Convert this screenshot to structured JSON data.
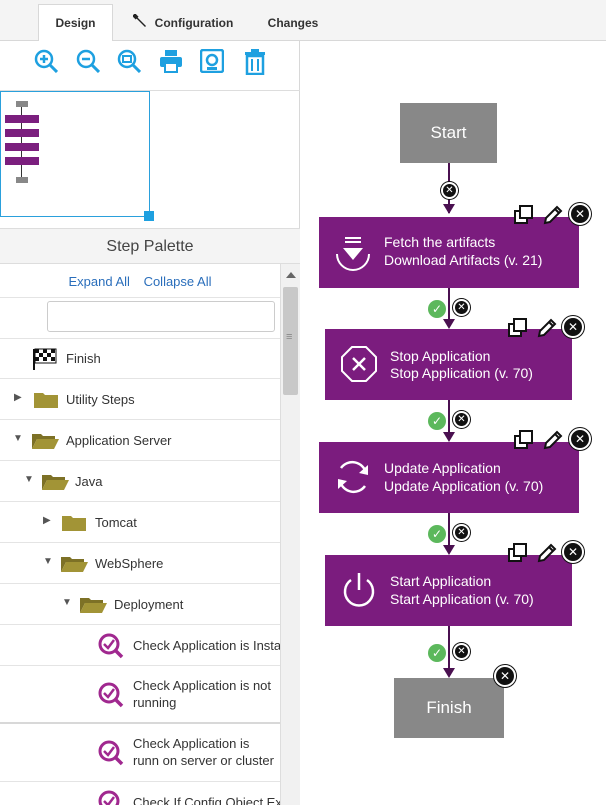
{
  "tabs": [
    {
      "label": "Design"
    },
    {
      "label": "Configuration"
    },
    {
      "label": "Changes"
    }
  ],
  "toolbar": {
    "icons": [
      "zoom-in-icon",
      "zoom-out-icon",
      "zoom-fit-icon",
      "print-icon",
      "save-image-icon",
      "delete-icon"
    ],
    "accent": "#1ea0e0"
  },
  "palette": {
    "title": "Step Palette",
    "expand_all": "Expand All",
    "collapse_all": "Collapse All",
    "filter_placeholder": "",
    "items": [
      {
        "label": "Finish"
      },
      {
        "label": "Utility Steps"
      },
      {
        "label": "Application Server"
      },
      {
        "label": "Java"
      },
      {
        "label": "Tomcat"
      },
      {
        "label": "WebSphere"
      },
      {
        "label": "Deployment"
      },
      {
        "label": "Check Application is Insta"
      },
      {
        "label": "Check Application is not running"
      },
      {
        "label": "Check Application is runn on server or cluster"
      },
      {
        "label": "Check If Config Object Ex"
      }
    ]
  },
  "process": {
    "start_label": "Start",
    "finish_label": "Finish",
    "steps": [
      {
        "line1": "Fetch the artifacts",
        "line2": "Download Artifacts (v. 21)",
        "icon": "download-icon"
      },
      {
        "line1": "Stop Application",
        "line2": "Stop Application (v. 70)",
        "icon": "stop-icon"
      },
      {
        "line1": "Update Application",
        "line2": "Update Application (v. 70)",
        "icon": "refresh-icon"
      },
      {
        "line1": "Start Application",
        "line2": "Start Application (v. 70)",
        "icon": "power-icon"
      }
    ],
    "colors": {
      "step": "#7b1c7e",
      "terminal": "#888888",
      "success": "#5cb85c"
    }
  }
}
